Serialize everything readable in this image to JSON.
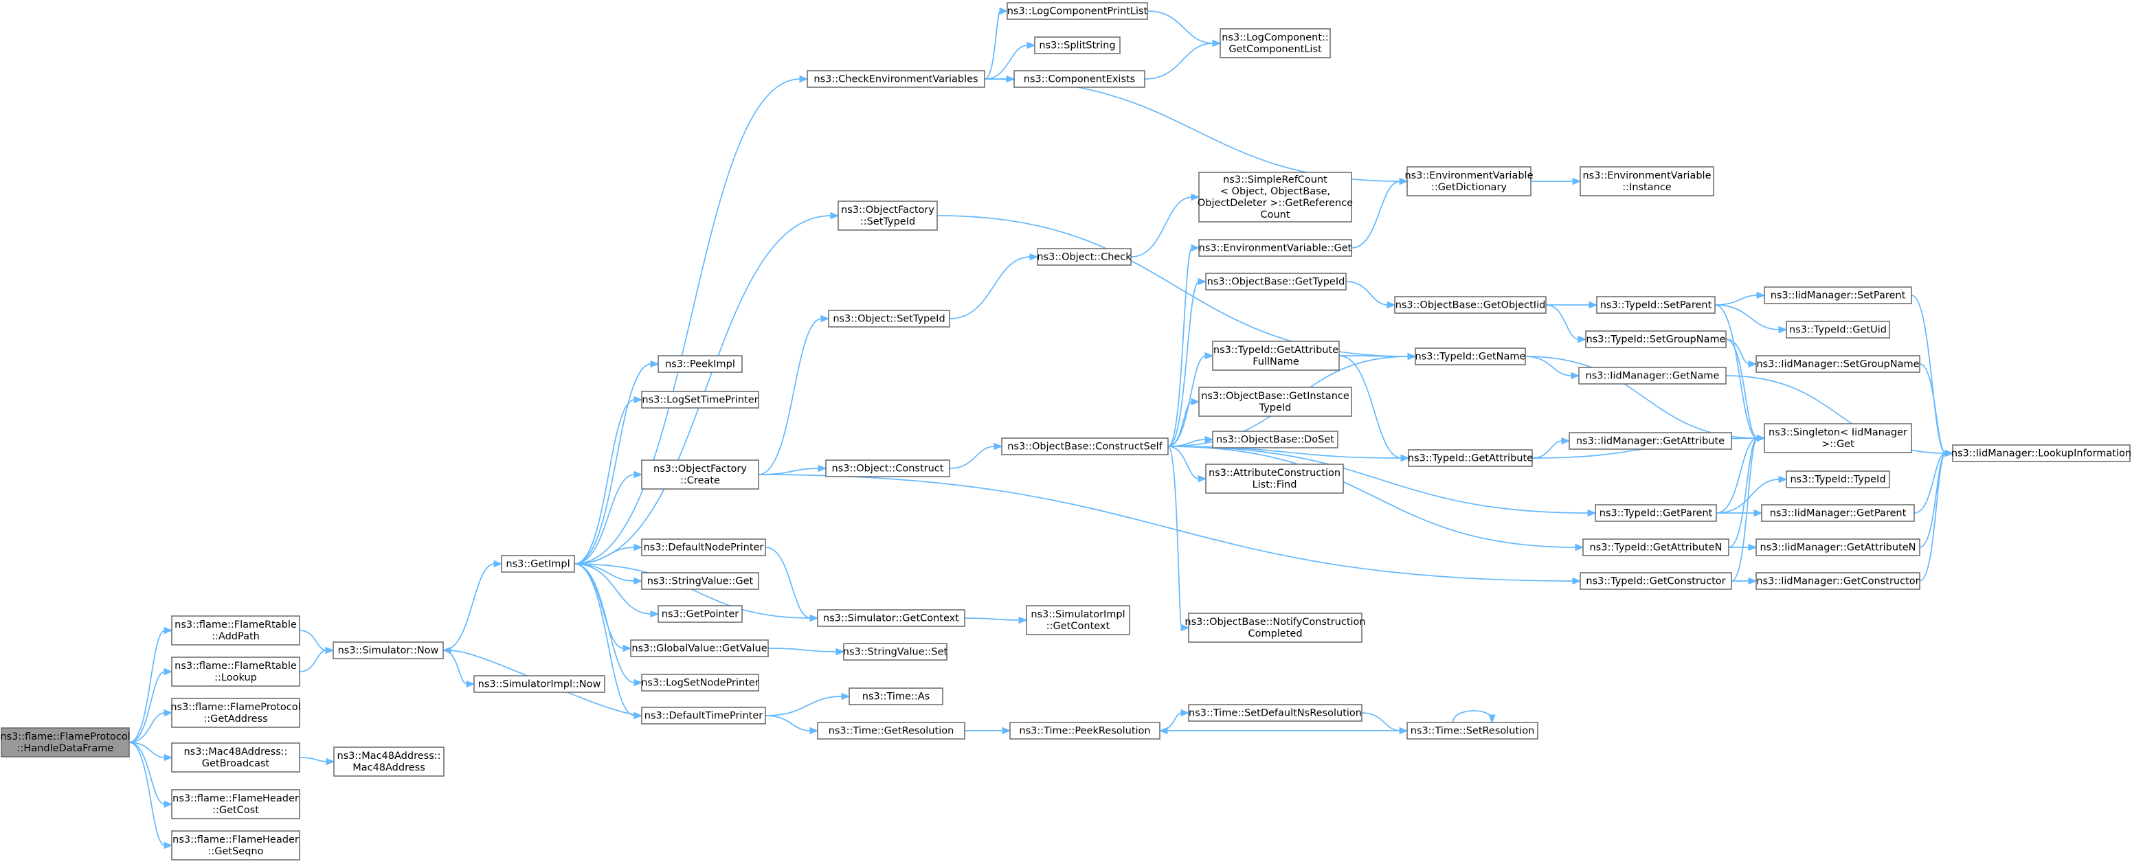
{
  "graph": {
    "nodes": [
      {
        "id": "root",
        "lines": [
          "ns3::flame::FlameProtocol",
          "::HandleDataFrame"
        ],
        "root": true
      },
      {
        "id": "addpath",
        "lines": [
          "ns3::flame::FlameRtable",
          "::AddPath"
        ]
      },
      {
        "id": "lookup",
        "lines": [
          "ns3::flame::FlameRtable",
          "::Lookup"
        ]
      },
      {
        "id": "getaddress",
        "lines": [
          "ns3::flame::FlameProtocol",
          "::GetAddress"
        ]
      },
      {
        "id": "getbroadcast",
        "lines": [
          "ns3::Mac48Address::",
          "GetBroadcast"
        ]
      },
      {
        "id": "getcost",
        "lines": [
          "ns3::flame::FlameHeader",
          "::GetCost"
        ]
      },
      {
        "id": "getseqno",
        "lines": [
          "ns3::flame::FlameHeader",
          "::GetSeqno"
        ]
      },
      {
        "id": "simnow",
        "lines": [
          "ns3::Simulator::Now"
        ]
      },
      {
        "id": "mac48ctor",
        "lines": [
          "ns3::Mac48Address::",
          "Mac48Address"
        ]
      },
      {
        "id": "getimpl",
        "lines": [
          "ns3::GetImpl"
        ]
      },
      {
        "id": "simimplnow",
        "lines": [
          "ns3::SimulatorImpl::Now"
        ]
      },
      {
        "id": "peekimpl",
        "lines": [
          "ns3::PeekImpl"
        ]
      },
      {
        "id": "logsettimeprinter",
        "lines": [
          "ns3::LogSetTimePrinter"
        ]
      },
      {
        "id": "ofcreate",
        "lines": [
          "ns3::ObjectFactory",
          "::Create"
        ]
      },
      {
        "id": "defaultnodeprinter",
        "lines": [
          "ns3::DefaultNodePrinter"
        ]
      },
      {
        "id": "stringvalueget",
        "lines": [
          "ns3::StringValue::Get"
        ]
      },
      {
        "id": "getpointer",
        "lines": [
          "ns3::GetPointer"
        ]
      },
      {
        "id": "globalvaluegetvalue",
        "lines": [
          "ns3::GlobalValue::GetValue"
        ]
      },
      {
        "id": "logsetnodeprinter",
        "lines": [
          "ns3::LogSetNodePrinter"
        ]
      },
      {
        "id": "defaulttimeprinter",
        "lines": [
          "ns3::DefaultTimePrinter"
        ]
      },
      {
        "id": "checkenv",
        "lines": [
          "ns3::CheckEnvironmentVariables"
        ]
      },
      {
        "id": "ofsettypeid",
        "lines": [
          "ns3::ObjectFactory",
          "::SetTypeId"
        ]
      },
      {
        "id": "objectsettypeid",
        "lines": [
          "ns3::Object::SetTypeId"
        ]
      },
      {
        "id": "objectconstruct",
        "lines": [
          "ns3::Object::Construct"
        ]
      },
      {
        "id": "simgetcontext",
        "lines": [
          "ns3::Simulator::GetContext"
        ]
      },
      {
        "id": "stringvalueset",
        "lines": [
          "ns3::StringValue::Set"
        ]
      },
      {
        "id": "timeas",
        "lines": [
          "ns3::Time::As"
        ]
      },
      {
        "id": "timegetresolution",
        "lines": [
          "ns3::Time::GetResolution"
        ]
      },
      {
        "id": "logcompprintlist",
        "lines": [
          "ns3::LogComponentPrintList"
        ]
      },
      {
        "id": "splitstring",
        "lines": [
          "ns3::SplitString"
        ]
      },
      {
        "id": "componentexists",
        "lines": [
          "ns3::ComponentExists"
        ]
      },
      {
        "id": "objectcheck",
        "lines": [
          "ns3::Object::Check"
        ]
      },
      {
        "id": "constructself",
        "lines": [
          "ns3::ObjectBase::ConstructSelf"
        ]
      },
      {
        "id": "simimplgetcontext",
        "lines": [
          "ns3::SimulatorImpl",
          "::GetContext"
        ]
      },
      {
        "id": "timepeekresolution",
        "lines": [
          "ns3::Time::PeekResolution"
        ]
      },
      {
        "id": "logcompgetlist",
        "lines": [
          "ns3::LogComponent::",
          "GetComponentList"
        ]
      },
      {
        "id": "simplerefcount",
        "lines": [
          "ns3::SimpleRefCount",
          "< Object, ObjectBase,",
          "ObjectDeleter >::GetReference",
          "Count"
        ]
      },
      {
        "id": "envvarget",
        "lines": [
          "ns3::EnvironmentVariable::Get"
        ]
      },
      {
        "id": "objbasegettypeid",
        "lines": [
          "ns3::ObjectBase::GetTypeId"
        ]
      },
      {
        "id": "typeidgetattrfullname",
        "lines": [
          "ns3::TypeId::GetAttribute",
          "FullName"
        ]
      },
      {
        "id": "objbasegetinstancetypeid",
        "lines": [
          "ns3::ObjectBase::GetInstance",
          "TypeId"
        ]
      },
      {
        "id": "objbasedoset",
        "lines": [
          "ns3::ObjectBase::DoSet"
        ]
      },
      {
        "id": "attrconstructionfind",
        "lines": [
          "ns3::AttributeConstruction",
          "List::Find"
        ]
      },
      {
        "id": "notifyconstruction",
        "lines": [
          "ns3::ObjectBase::NotifyConstruction",
          "Completed"
        ]
      },
      {
        "id": "timesetdefaultns",
        "lines": [
          "ns3::Time::SetDefaultNsResolution"
        ]
      },
      {
        "id": "envvargetdict",
        "lines": [
          "ns3::EnvironmentVariable",
          "::GetDictionary"
        ]
      },
      {
        "id": "objbasegetobjectiid",
        "lines": [
          "ns3::ObjectBase::GetObjectIid"
        ]
      },
      {
        "id": "typeidgetname",
        "lines": [
          "ns3::TypeId::GetName"
        ]
      },
      {
        "id": "typeidgetattribute",
        "lines": [
          "ns3::TypeId::GetAttribute"
        ]
      },
      {
        "id": "timesetresolution",
        "lines": [
          "ns3::Time::SetResolution"
        ]
      },
      {
        "id": "envvarinstance",
        "lines": [
          "ns3::EnvironmentVariable",
          "::Instance"
        ]
      },
      {
        "id": "typeidsetparent",
        "lines": [
          "ns3::TypeId::SetParent"
        ]
      },
      {
        "id": "typeidsetgroupname",
        "lines": [
          "ns3::TypeId::SetGroupName"
        ]
      },
      {
        "id": "iidgetname",
        "lines": [
          "ns3::IidManager::GetName"
        ]
      },
      {
        "id": "iidgetattribute",
        "lines": [
          "ns3::IidManager::GetAttribute"
        ]
      },
      {
        "id": "typeidgetparent",
        "lines": [
          "ns3::TypeId::GetParent"
        ]
      },
      {
        "id": "typeidgetattributen",
        "lines": [
          "ns3::TypeId::GetAttributeN"
        ]
      },
      {
        "id": "typeidgetconstructor",
        "lines": [
          "ns3::TypeId::GetConstructor"
        ]
      },
      {
        "id": "iidsetparent",
        "lines": [
          "ns3::IidManager::SetParent"
        ]
      },
      {
        "id": "typeidgetuid",
        "lines": [
          "ns3::TypeId::GetUid"
        ]
      },
      {
        "id": "iidsetgroupname",
        "lines": [
          "ns3::IidManager::SetGroupName"
        ]
      },
      {
        "id": "singletonget",
        "lines": [
          "ns3::Singleton< IidManager",
          " >::Get"
        ]
      },
      {
        "id": "typeidtypeid",
        "lines": [
          "ns3::TypeId::TypeId"
        ]
      },
      {
        "id": "iidgetparent",
        "lines": [
          "ns3::IidManager::GetParent"
        ]
      },
      {
        "id": "iidgetattributen",
        "lines": [
          "ns3::IidManager::GetAttributeN"
        ]
      },
      {
        "id": "iidgetconstructor",
        "lines": [
          "ns3::IidManager::GetConstructor"
        ]
      },
      {
        "id": "iidlookupinfo",
        "lines": [
          "ns3::IidManager::LookupInformation"
        ]
      }
    ],
    "edges": [
      [
        "root",
        "addpath"
      ],
      [
        "root",
        "lookup"
      ],
      [
        "root",
        "getaddress"
      ],
      [
        "root",
        "getbroadcast"
      ],
      [
        "root",
        "getcost"
      ],
      [
        "root",
        "getseqno"
      ],
      [
        "addpath",
        "simnow"
      ],
      [
        "lookup",
        "simnow"
      ],
      [
        "getbroadcast",
        "mac48ctor"
      ],
      [
        "simnow",
        "getimpl"
      ],
      [
        "simnow",
        "simimplnow"
      ],
      [
        "getimpl",
        "peekimpl"
      ],
      [
        "getimpl",
        "logsettimeprinter"
      ],
      [
        "getimpl",
        "ofcreate"
      ],
      [
        "getimpl",
        "defaultnodeprinter"
      ],
      [
        "getimpl",
        "stringvalueget"
      ],
      [
        "getimpl",
        "getpointer"
      ],
      [
        "getimpl",
        "globalvaluegetvalue"
      ],
      [
        "getimpl",
        "logsetnodeprinter"
      ],
      [
        "getimpl",
        "defaulttimeprinter"
      ],
      [
        "getimpl",
        "checkenv"
      ],
      [
        "getimpl",
        "ofsettypeid"
      ],
      [
        "getimpl",
        "simgetcontext"
      ],
      [
        "ofcreate",
        "objectsettypeid"
      ],
      [
        "ofcreate",
        "objectconstruct"
      ],
      [
        "ofcreate",
        "typeidgetconstructor"
      ],
      [
        "defaultnodeprinter",
        "simgetcontext"
      ],
      [
        "globalvaluegetvalue",
        "stringvalueset"
      ],
      [
        "defaulttimeprinter",
        "simnow"
      ],
      [
        "defaulttimeprinter",
        "timeas"
      ],
      [
        "defaulttimeprinter",
        "timegetresolution"
      ],
      [
        "checkenv",
        "logcompprintlist"
      ],
      [
        "checkenv",
        "splitstring"
      ],
      [
        "checkenv",
        "componentexists"
      ],
      [
        "checkenv",
        "envvargetdict"
      ],
      [
        "ofsettypeid",
        "typeidgetname"
      ],
      [
        "objectsettypeid",
        "objectcheck"
      ],
      [
        "objectconstruct",
        "constructself"
      ],
      [
        "simgetcontext",
        "simimplgetcontext"
      ],
      [
        "timegetresolution",
        "timepeekresolution"
      ],
      [
        "logcompprintlist",
        "logcompgetlist"
      ],
      [
        "componentexists",
        "logcompgetlist"
      ],
      [
        "objectcheck",
        "simplerefcount"
      ],
      [
        "constructself",
        "envvarget"
      ],
      [
        "constructself",
        "objbasegettypeid"
      ],
      [
        "constructself",
        "typeidgetattrfullname"
      ],
      [
        "constructself",
        "objbasegetinstancetypeid"
      ],
      [
        "constructself",
        "objbasedoset"
      ],
      [
        "constructself",
        "attrconstructionfind"
      ],
      [
        "constructself",
        "notifyconstruction"
      ],
      [
        "constructself",
        "typeidgetname"
      ],
      [
        "constructself",
        "typeidgetattribute"
      ],
      [
        "constructself",
        "typeidgetparent"
      ],
      [
        "constructself",
        "typeidgetattributen"
      ],
      [
        "timepeekresolution",
        "timesetdefaultns"
      ],
      [
        "timesetdefaultns",
        "timesetresolution"
      ],
      [
        "timesetresolution",
        "timepeekresolution"
      ],
      [
        "timesetresolution",
        "timesetresolution"
      ],
      [
        "envvarget",
        "envvargetdict"
      ],
      [
        "envvargetdict",
        "envvarinstance"
      ],
      [
        "objbasegettypeid",
        "objbasegetobjectiid"
      ],
      [
        "objbasegetobjectiid",
        "typeidsetparent"
      ],
      [
        "objbasegetobjectiid",
        "typeidsetgroupname"
      ],
      [
        "typeidgetattrfullname",
        "typeidgetname"
      ],
      [
        "typeidgetattrfullname",
        "typeidgetattribute"
      ],
      [
        "typeidgetname",
        "iidgetname"
      ],
      [
        "typeidgetname",
        "singletonget"
      ],
      [
        "typeidgetattribute",
        "iidgetattribute"
      ],
      [
        "typeidgetattribute",
        "singletonget"
      ],
      [
        "typeidsetparent",
        "iidsetparent"
      ],
      [
        "typeidsetparent",
        "typeidgetuid"
      ],
      [
        "typeidsetparent",
        "singletonget"
      ],
      [
        "typeidsetgroupname",
        "iidsetgroupname"
      ],
      [
        "typeidsetgroupname",
        "singletonget"
      ],
      [
        "typeidgetparent",
        "typeidtypeid"
      ],
      [
        "typeidgetparent",
        "iidgetparent"
      ],
      [
        "typeidgetparent",
        "singletonget"
      ],
      [
        "typeidgetattributen",
        "iidgetattributen"
      ],
      [
        "typeidgetattributen",
        "singletonget"
      ],
      [
        "typeidgetconstructor",
        "iidgetconstructor"
      ],
      [
        "typeidgetconstructor",
        "singletonget"
      ],
      [
        "iidgetname",
        "iidlookupinfo"
      ],
      [
        "iidsetparent",
        "iidlookupinfo"
      ],
      [
        "iidsetgroupname",
        "iidlookupinfo"
      ],
      [
        "iidgetparent",
        "iidlookupinfo"
      ],
      [
        "iidgetattributen",
        "iidlookupinfo"
      ],
      [
        "iidgetconstructor",
        "iidlookupinfo"
      ]
    ]
  }
}
